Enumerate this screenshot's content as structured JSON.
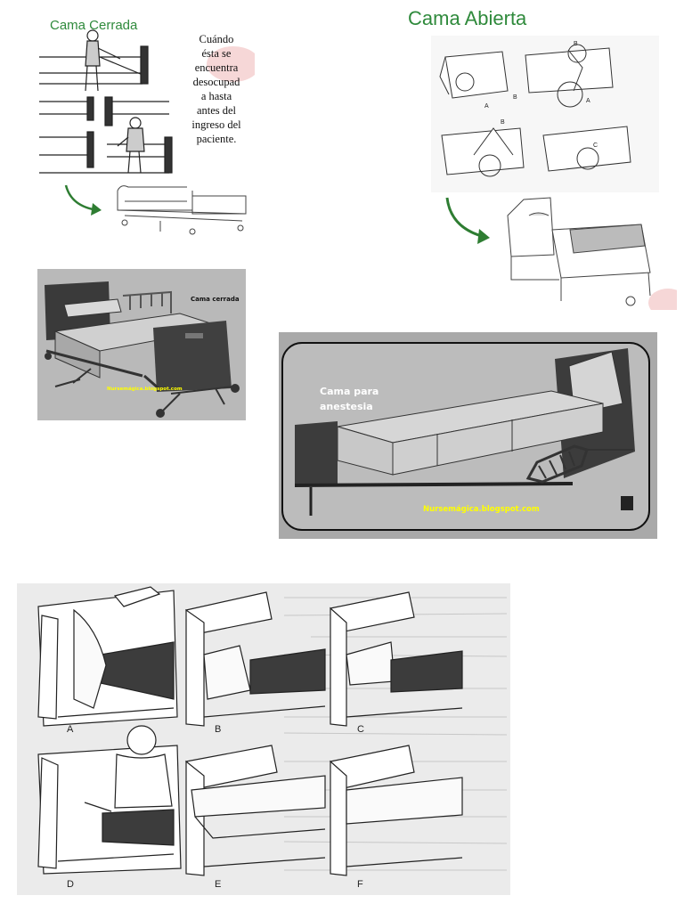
{
  "closed_bed": {
    "title": "Cama Cerrada",
    "description_lines": [
      "Cuándo",
      "ésta se",
      "encuentra",
      "desocupad",
      "a hasta",
      "antes del",
      "ingreso del",
      "paciente."
    ]
  },
  "open_bed": {
    "title": "Cama Abierta",
    "step_labels": [
      "A",
      "B",
      "B",
      "A",
      "B",
      "C"
    ]
  },
  "photo_closed": {
    "label": "Cama cerrada",
    "watermark": "Nursemágica.blogspot.com"
  },
  "anesthesia_bed": {
    "label_line1": "Cama para",
    "label_line2": "anestesia",
    "watermark": "Nursemágica.blogspot.com"
  },
  "corner_steps": {
    "labels": [
      "A",
      "B",
      "C",
      "D",
      "E",
      "F"
    ]
  },
  "colors": {
    "title_green": "#2f8a3c",
    "arrow_green": "#2e7d32",
    "watermark_yellow": "#ffff00",
    "photo_gray": "#b9b9b9"
  }
}
